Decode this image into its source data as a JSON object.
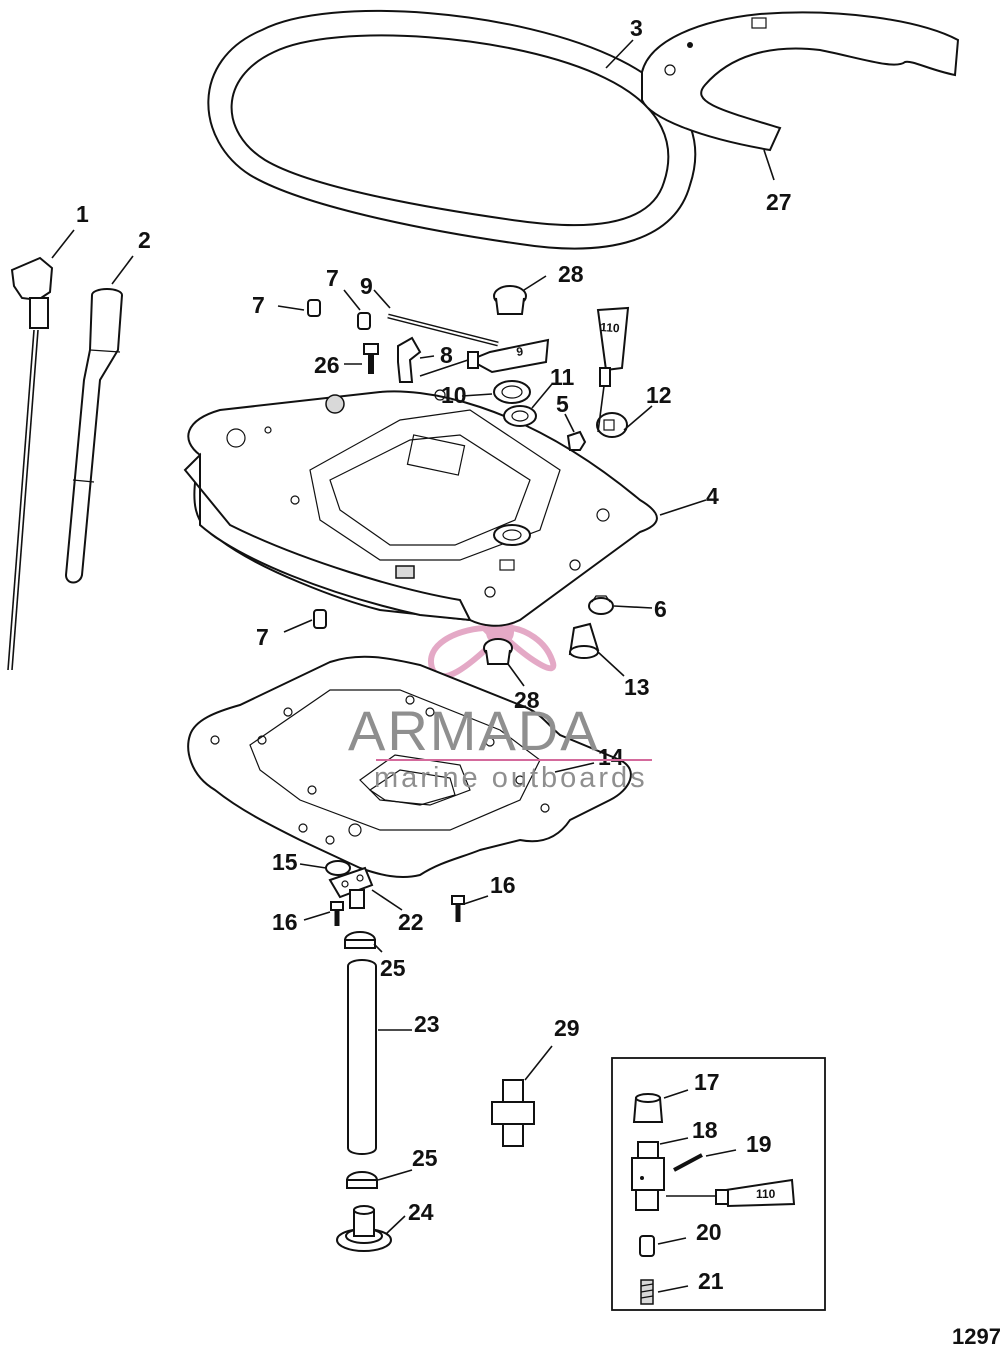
{
  "diagram": {
    "figure_number": "1297",
    "callouts": [
      "1",
      "2",
      "3",
      "4",
      "5",
      "6",
      "7",
      "7",
      "7",
      "8",
      "9",
      "10",
      "11",
      "12",
      "13",
      "14",
      "15",
      "16",
      "16",
      "17",
      "18",
      "19",
      "20",
      "21",
      "22",
      "23",
      "24",
      "25",
      "25",
      "26",
      "27",
      "28",
      "28",
      "29"
    ],
    "tube_labels": [
      "110",
      "9",
      "110"
    ],
    "watermark": {
      "title": "ARMADA",
      "subtitle": "marine outboards",
      "colors": {
        "text": "#8f8f8f",
        "propeller": "#e2a0c0",
        "accent": "#d46a9c"
      }
    }
  }
}
